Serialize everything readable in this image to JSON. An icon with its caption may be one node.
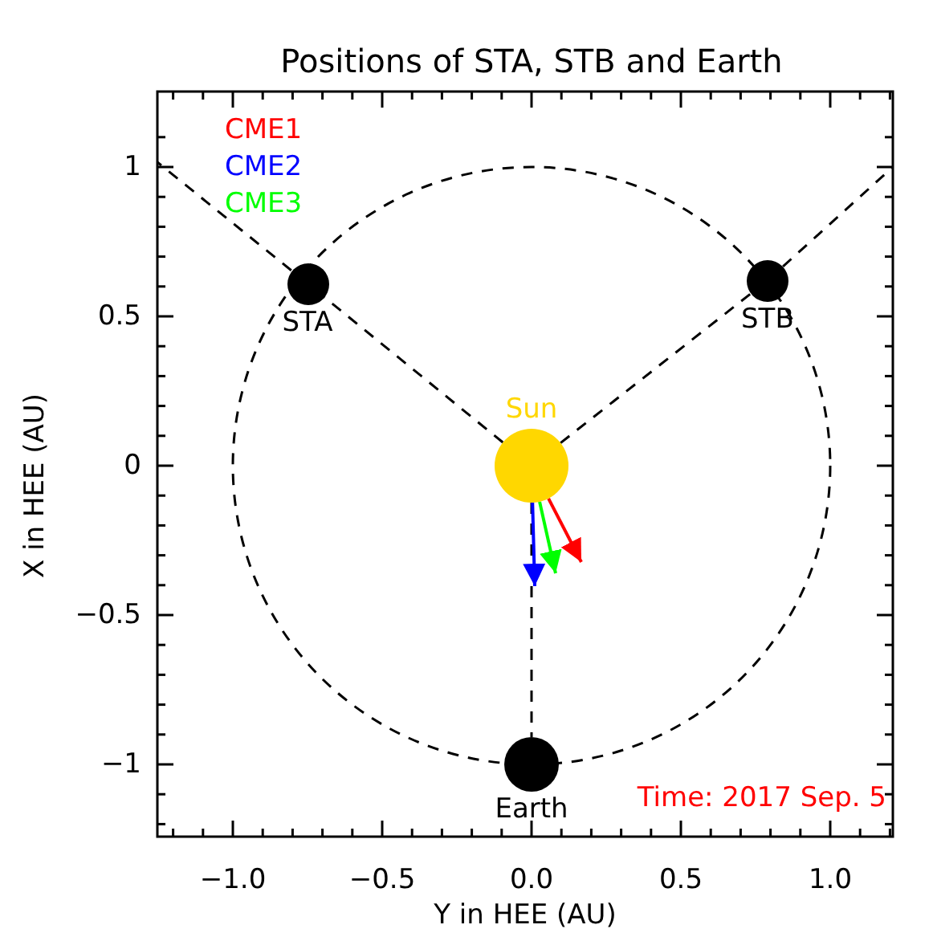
{
  "diagram": {
    "title": "Positions of STA, STB and Earth",
    "nodes": [
      {
        "text": [
          "STA"
        ]
      },
      {
        "text": [
          "STB"
        ]
      },
      {
        "text": [
          "Sun"
        ]
      },
      {
        "text": [
          "Earth"
        ]
      }
    ],
    "edges": [
      {
        "from": 2,
        "to": 0,
        "arrow": "none",
        "style": "dashed"
      },
      {
        "from": 2,
        "to": 1,
        "arrow": "none",
        "style": "dashed"
      },
      {
        "from": 2,
        "to": 3,
        "arrow": "none",
        "style": "dashed"
      },
      {
        "from": 0,
        "to": null,
        "arrow": "none",
        "style": "dashed"
      },
      {
        "from": 1,
        "to": null,
        "arrow": "none",
        "style": "dashed"
      },
      {
        "from": 2,
        "to": null,
        "arrow": "to",
        "color": "#ff0000"
      },
      {
        "from": 2,
        "to": null,
        "arrow": "to",
        "color": "#0000ff"
      },
      {
        "from": 2,
        "to": null,
        "arrow": "to",
        "color": "#00ff00"
      }
    ],
    "labels": [
      "1",
      "0.5",
      "0",
      "−0.5",
      "−1",
      "X in HEE (AU)",
      "Time: 2017 Sep. 5",
      "−1.0",
      "−0.5",
      "0.0",
      "0.5",
      "1.0",
      "Y in HEE (AU)"
    ],
    "legend": [
      {
        "text": "CME1",
        "color": "#ff0000"
      },
      {
        "text": "CME2",
        "color": "#0000ff"
      },
      {
        "text": "CME3",
        "color": "#00ff00"
      }
    ]
  }
}
